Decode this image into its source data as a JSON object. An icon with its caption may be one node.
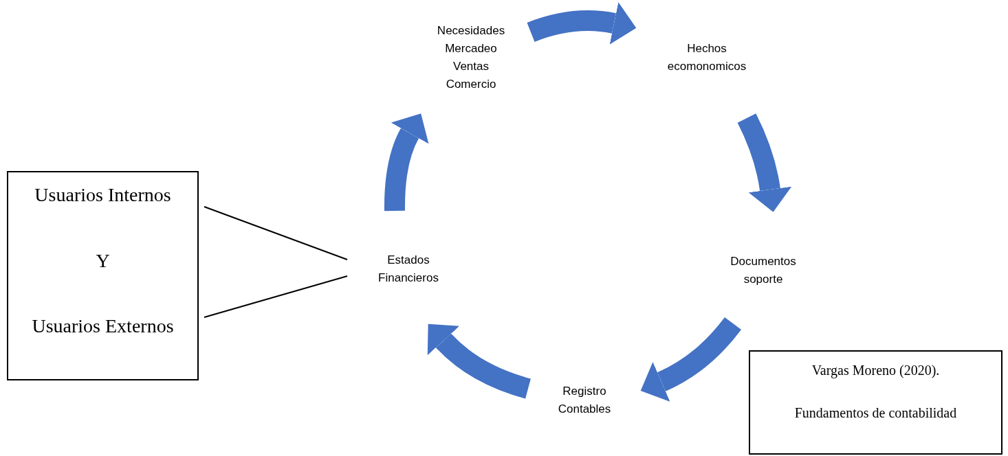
{
  "diagram": {
    "nodes": [
      {
        "text": [
          "Necesidades Mercadeo Ventas Comercio"
        ]
      },
      {
        "text": [
          "Hechos ecomonomicos"
        ]
      },
      {
        "text": [
          "Documentos soporte"
        ]
      },
      {
        "text": [
          "Registro Contables"
        ]
      },
      {
        "text": [
          "Estados Financieros"
        ]
      },
      {
        "text": [
          "Usuarios Internos",
          "Y",
          "Usuarios Externos"
        ]
      },
      {
        "text": [
          "Vargas Moreno (2020).",
          "Fundamentos de contabilidad"
        ]
      }
    ],
    "edges": [
      {
        "from": 0,
        "to": 1,
        "arrow": "to"
      },
      {
        "from": 1,
        "to": 2,
        "arrow": "to"
      },
      {
        "from": 2,
        "to": 3,
        "arrow": "to"
      },
      {
        "from": 3,
        "to": 4,
        "arrow": "to"
      },
      {
        "from": 4,
        "to": 0,
        "arrow": "to"
      },
      {
        "from": 5,
        "to": 4,
        "arrow": "none",
        "color": "#000000"
      },
      {
        "from": 5,
        "to": 4,
        "arrow": "none",
        "color": "#000000"
      }
    ]
  }
}
